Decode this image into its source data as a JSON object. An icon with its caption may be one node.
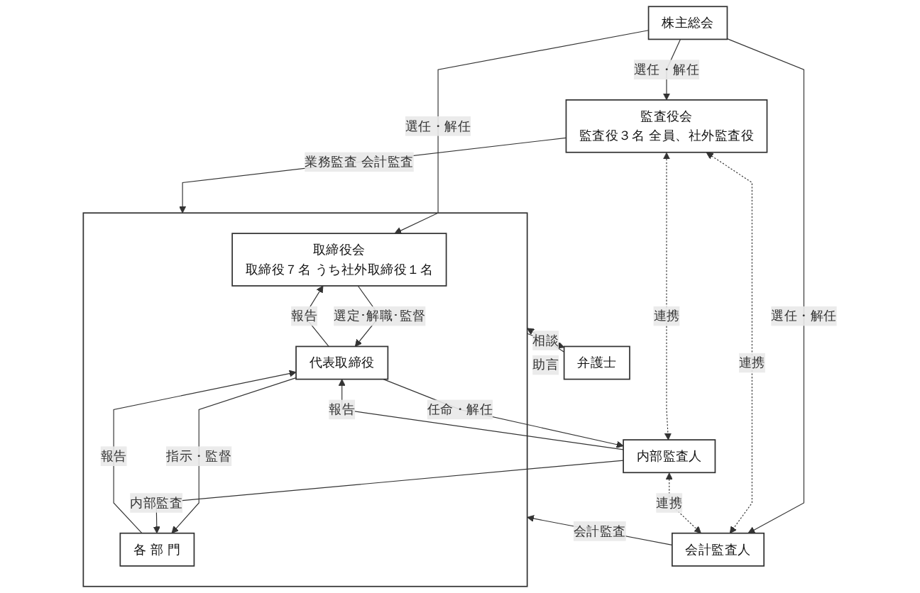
{
  "diagram": {
    "nodes": [
      {
        "text": [
          "株主総会"
        ]
      },
      {
        "text": [],
        "shape": "box"
      },
      {
        "text": [
          "取締役会",
          "取締役７名 うち社外取締役１名"
        ],
        "in": 1
      },
      {
        "text": [
          "代表取締役"
        ],
        "in": 1
      },
      {
        "text": [
          "各 部 門"
        ],
        "in": 1
      },
      {
        "text": [
          "弁護士"
        ]
      },
      {
        "text": [
          "監査役会",
          "監査役３名 全員、社外監査役"
        ]
      },
      {
        "text": [
          "内部監査人"
        ]
      },
      {
        "text": [
          "会計監査人"
        ]
      }
    ],
    "edges": [
      {
        "from": 0,
        "to": 2,
        "arrow": "to",
        "label": "選任・解任"
      },
      {
        "from": 0,
        "to": 6,
        "arrow": "to",
        "label": "選任・解任"
      },
      {
        "from": 0,
        "to": 8,
        "arrow": "to",
        "label": "選任・解任"
      },
      {
        "from": 2,
        "to": 3,
        "arrow": "to",
        "label": "選定･解職･監督"
      },
      {
        "from": 3,
        "to": 2,
        "arrow": "to",
        "label": "報告"
      },
      {
        "from": 3,
        "to": 4,
        "arrow": "to",
        "label": "指示・監督"
      },
      {
        "from": 4,
        "to": 3,
        "arrow": "to",
        "label": "報告"
      },
      {
        "from": 1,
        "to": 5,
        "arrow": "to",
        "label": "相談"
      },
      {
        "from": 5,
        "to": 1,
        "arrow": "to",
        "label": "助言"
      },
      {
        "from": 6,
        "to": 1,
        "arrow": "to",
        "label": "業務監査 会計監査"
      },
      {
        "from": 6,
        "to": 8,
        "arrow": "both",
        "label": "連携",
        "style": "dashed"
      },
      {
        "from": 6,
        "to": 7,
        "arrow": "both",
        "label": "連携",
        "style": "dashed"
      },
      {
        "from": 7,
        "to": 8,
        "arrow": "both",
        "label": "連携",
        "style": "dashed"
      },
      {
        "from": 3,
        "to": 7,
        "arrow": "to",
        "label": "任命・解任"
      },
      {
        "from": 7,
        "to": 3,
        "arrow": "to",
        "label": "報告"
      },
      {
        "from": 7,
        "to": 4,
        "arrow": "to",
        "label": "内部監査"
      },
      {
        "from": 8,
        "to": 1,
        "arrow": "to",
        "label": "会計監査"
      }
    ]
  }
}
